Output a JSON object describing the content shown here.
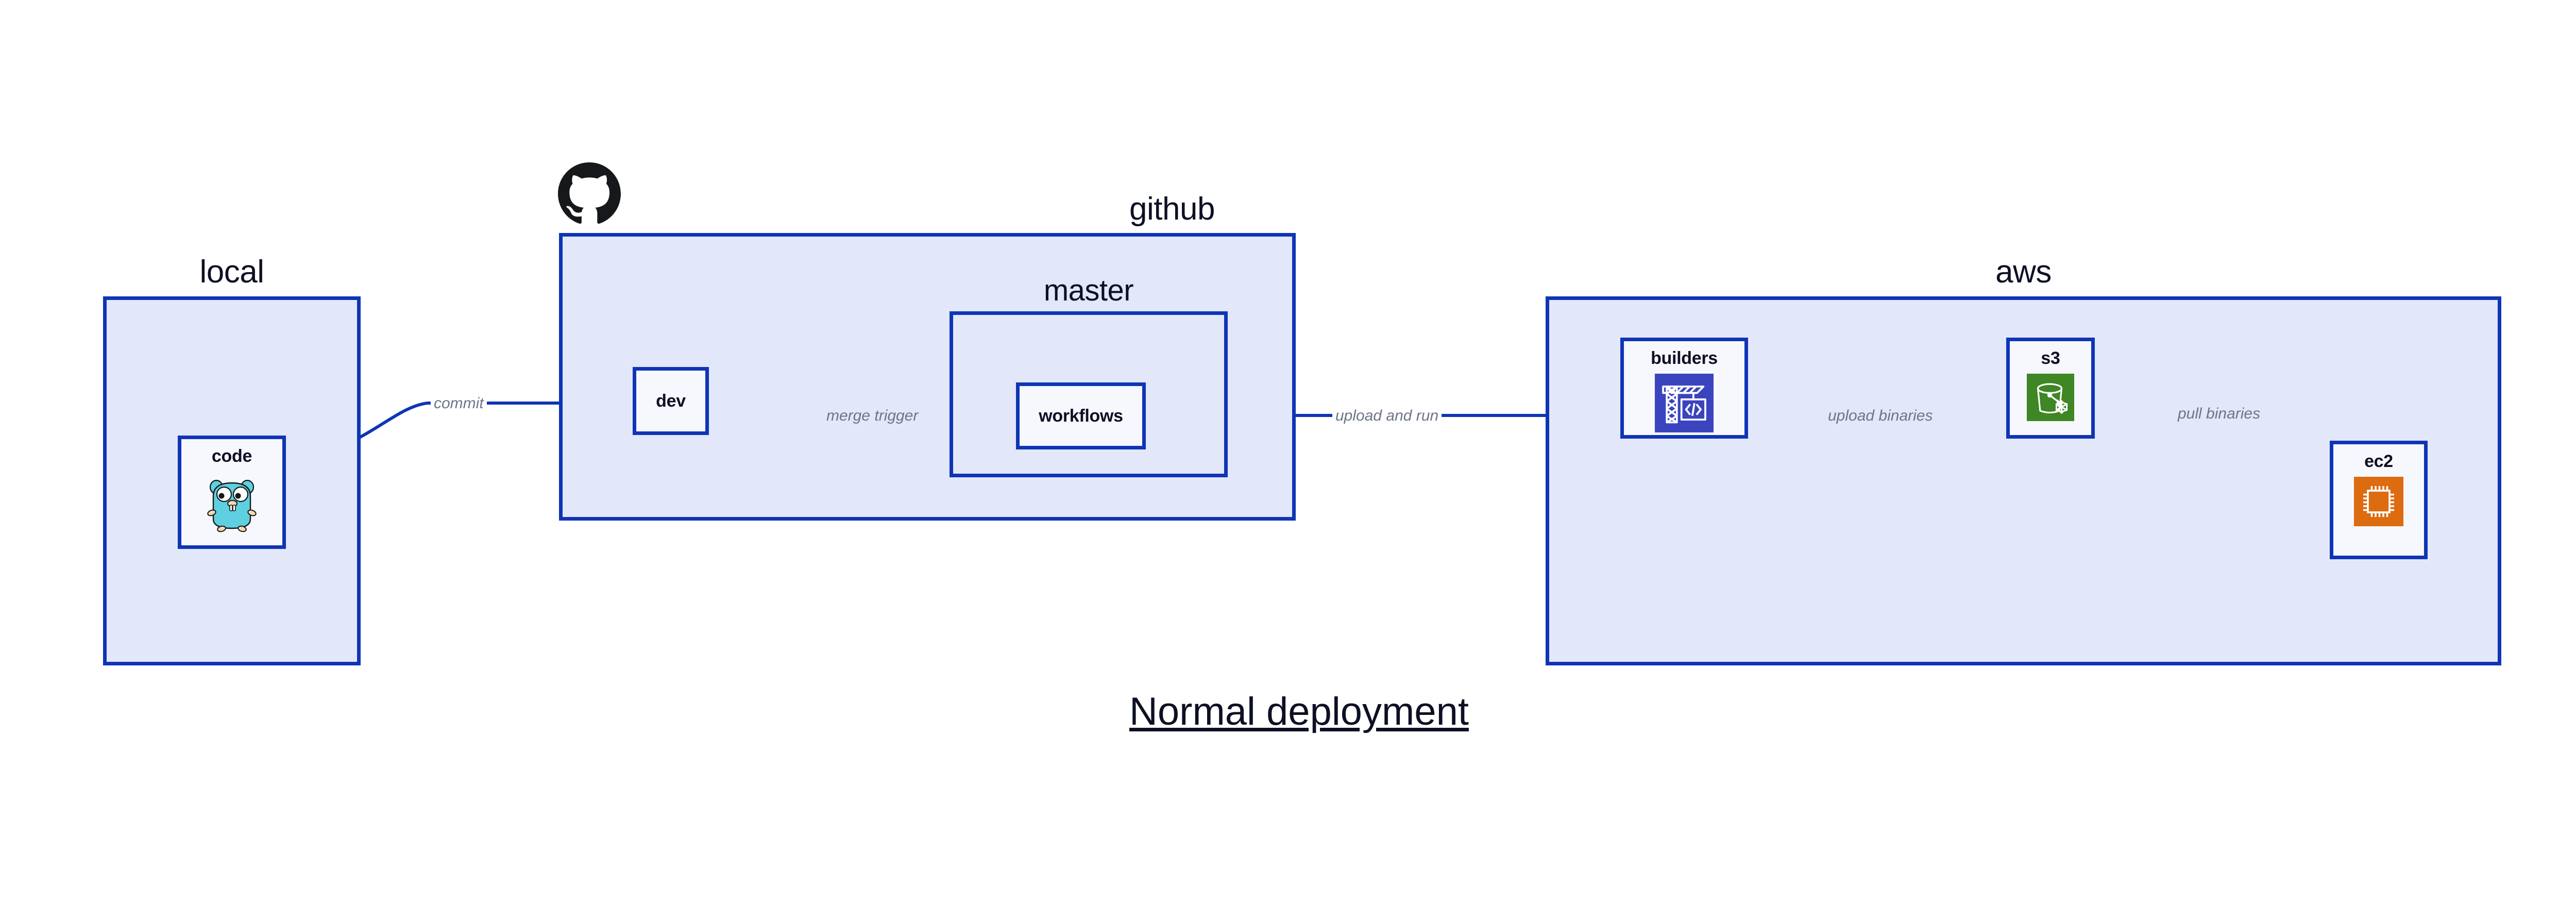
{
  "diagram": {
    "title": "Normal deployment",
    "background_color": "#ffffff",
    "accent_color": "#0f35b5",
    "group_fill": "#e2e7fa",
    "node_fill": "#e9eefc",
    "edge_label_color": "#6d7588",
    "text_color": "#0d1024"
  },
  "groups": [
    {
      "id": "local",
      "label": "local",
      "icon": "none"
    },
    {
      "id": "github",
      "label": "github",
      "icon": "github-octocat-icon"
    },
    {
      "id": "master",
      "label": "master",
      "icon": "none"
    },
    {
      "id": "aws",
      "label": "aws",
      "icon": "none"
    }
  ],
  "nodes": [
    {
      "id": "code",
      "label": "code",
      "icon": "go-gopher-icon",
      "icon_color": "#5ed0df",
      "parent": "local"
    },
    {
      "id": "dev",
      "label": "dev",
      "icon": "none",
      "parent": "github"
    },
    {
      "id": "workflows",
      "label": "workflows",
      "icon": "none",
      "parent": "master"
    },
    {
      "id": "builders",
      "label": "builders",
      "icon": "crane-code-icon",
      "icon_color": "#3b44bf",
      "parent": "aws"
    },
    {
      "id": "s3",
      "label": "s3",
      "icon": "s3-bucket-glacier-icon",
      "icon_color": "#3f8624",
      "parent": "aws"
    },
    {
      "id": "ec2",
      "label": "ec2",
      "icon": "ec2-cpu-chip-icon",
      "icon_color": "#dd6b10",
      "parent": "aws"
    }
  ],
  "edges": [
    {
      "id": "commit",
      "label": "commit",
      "from": "code",
      "to": "dev"
    },
    {
      "id": "merge-trigger",
      "label": "merge trigger",
      "from": "dev",
      "to": "workflows"
    },
    {
      "id": "upload-and-run",
      "label": "upload and run",
      "from": "workflows",
      "to": "builders"
    },
    {
      "id": "upload-binaries",
      "label": "upload binaries",
      "from": "builders",
      "to": "s3"
    },
    {
      "id": "pull-binaries",
      "label": "pull binaries",
      "from": "s3",
      "to": "ec2"
    }
  ]
}
